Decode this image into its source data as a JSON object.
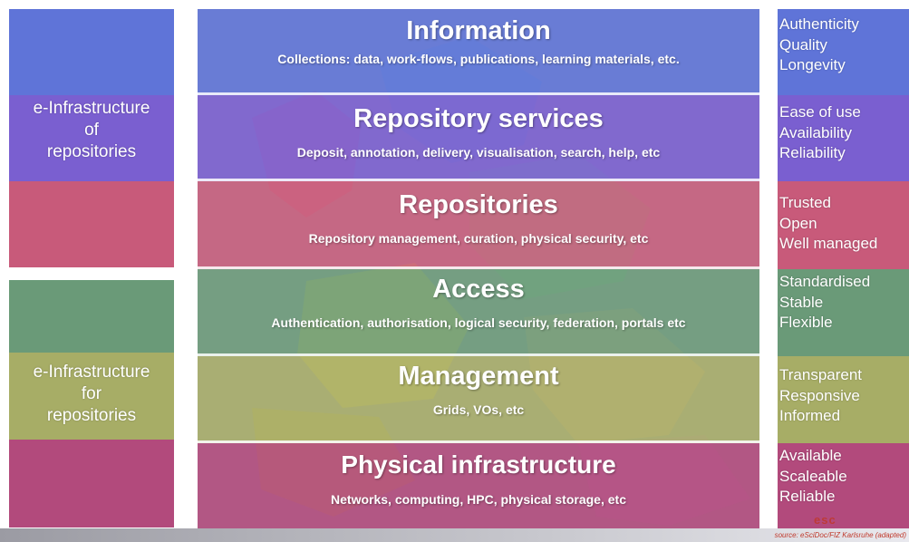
{
  "left": {
    "top_label": [
      "e-Infrastructure",
      "of",
      "repositories"
    ],
    "bottom_label": [
      "e-Infrastructure",
      "for",
      "repositories"
    ]
  },
  "layers": [
    {
      "title": "Information",
      "subtitle": "Collections: data, work-flows, publications, learning materials, etc.",
      "color": "#5f74d8",
      "qualities": [
        "Authenticity",
        "Quality",
        "Longevity"
      ]
    },
    {
      "title": "Repository services",
      "subtitle": "Deposit, annotation, delivery, visualisation, search, help, etc",
      "color": "#7a5fd0",
      "qualities": [
        "Ease of use",
        "Availability",
        "Reliability"
      ]
    },
    {
      "title": "Repositories",
      "subtitle": "Repository management, curation, physical security,  etc",
      "color": "#c85a7a",
      "qualities": [
        "Trusted",
        "Open",
        "Well managed"
      ]
    },
    {
      "title": "Access",
      "subtitle": "Authentication, authorisation, logical security, federation, portals etc",
      "color": "#6a9a78",
      "qualities": [
        "Standardised",
        "Stable",
        "Flexible"
      ]
    },
    {
      "title": "Management",
      "subtitle": "Grids, VOs,  etc",
      "color": "#a7ad66",
      "qualities": [
        "Transparent",
        "Responsive",
        "Informed"
      ]
    },
    {
      "title": "Physical infrastructure",
      "subtitle": "Networks, computing, HPC, physical storage,  etc",
      "color": "#b24a7c",
      "qualities": [
        "Available",
        "Scaleable",
        "Reliable"
      ]
    }
  ],
  "footer": {
    "source": "source: eSciDoc/FIZ Karlsruhe (adapted)",
    "logo": "esc"
  }
}
